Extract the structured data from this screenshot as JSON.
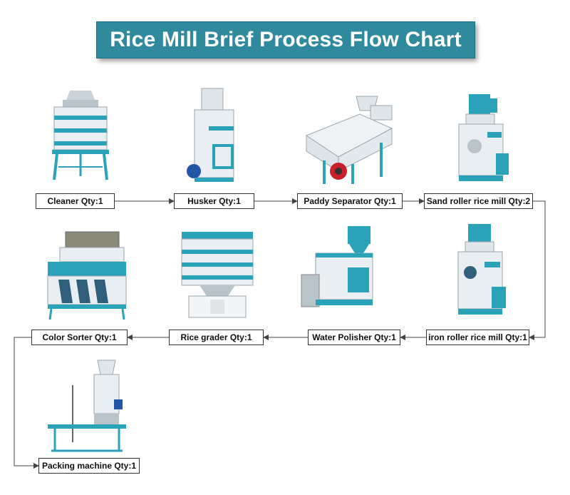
{
  "title": "Rice Mill Brief Process Flow Chart",
  "colors": {
    "banner": "#2f8a9e",
    "machine_teal": "#2aa3b8",
    "machine_white": "#e9eef2",
    "line": "#444444"
  },
  "steps": [
    {
      "label": "Cleaner Qty:1",
      "icon": "cleaner-machine-icon"
    },
    {
      "label": "Husker Qty:1",
      "icon": "husker-machine-icon"
    },
    {
      "label": "Paddy Separator Qty:1",
      "icon": "paddy-separator-icon"
    },
    {
      "label": "Sand roller rice mill Qty:2",
      "icon": "sand-roller-mill-icon"
    },
    {
      "label": "iron roller rice mill Qty:1",
      "icon": "iron-roller-mill-icon"
    },
    {
      "label": "Water Polisher Qty:1",
      "icon": "water-polisher-icon"
    },
    {
      "label": "Rice grader Qty:1",
      "icon": "rice-grader-icon"
    },
    {
      "label": "Color Sorter Qty:1",
      "icon": "color-sorter-icon"
    },
    {
      "label": "Packing machine Qty:1",
      "icon": "packing-machine-icon"
    }
  ]
}
